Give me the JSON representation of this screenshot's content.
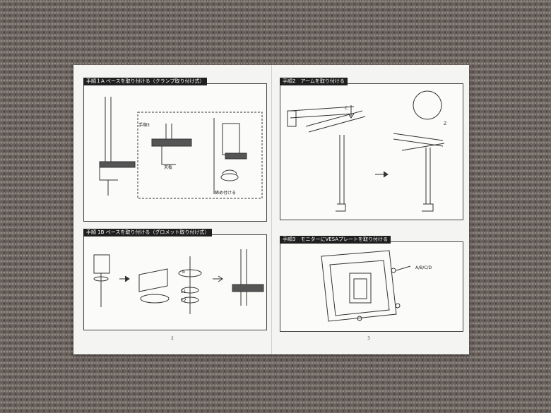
{
  "manual": {
    "left_page": {
      "step1a": {
        "title": "手順１A ベースを取り付ける（クランプ取り付け式）",
        "inset_label": "手順3",
        "top_board": "天板",
        "tighten": "締め付ける"
      },
      "step1b": {
        "title": "手順 1B ベースを取り付ける（グロメット取り付け式）",
        "e1": "E1",
        "e2": "E2",
        "b": "b"
      },
      "page_number": "2"
    },
    "right_page": {
      "step2": {
        "title": "手順2　アームを取り付ける",
        "c": "C",
        "z": "Z"
      },
      "step3": {
        "title": "手順3　モニターにVESAプレートを取り付ける",
        "screws": "A/B/C/D"
      },
      "page_number": "3"
    }
  },
  "colors": {
    "carpet": "#6e6560",
    "paper": "#f4f4f2",
    "header_bg": "#1f1f1f"
  }
}
